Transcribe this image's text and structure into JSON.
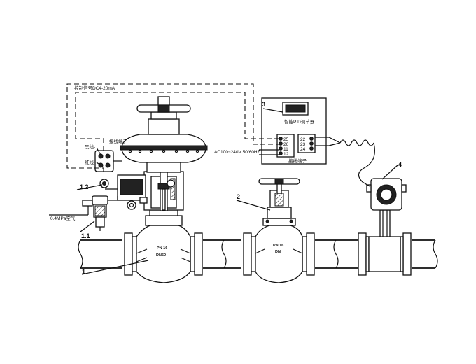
{
  "labels": {
    "control_signal": "控制信号DC4-20mA",
    "terminal_block_actuator": "接线端子",
    "black_wire": "黑线-",
    "red_wire": "红线+",
    "terminal_block_controller": "接线端子",
    "controller_title": "智能PID调节器",
    "power_supply": "AC100~240V 50/60HZ",
    "air_supply": "0.4MPa空气",
    "valve1_pn": "PN 16",
    "valve1_dn": "DN50",
    "valve2_pn": "PN 16",
    "valve2_dn": "DN"
  },
  "terminals": {
    "left": [
      "25",
      "26",
      "11",
      "12"
    ],
    "right": [
      "22",
      "23",
      "24"
    ]
  },
  "callouts": {
    "c1": "1",
    "c11": "1.1",
    "c12": "1.2",
    "c2": "2",
    "c3": "3",
    "c4": "4"
  }
}
